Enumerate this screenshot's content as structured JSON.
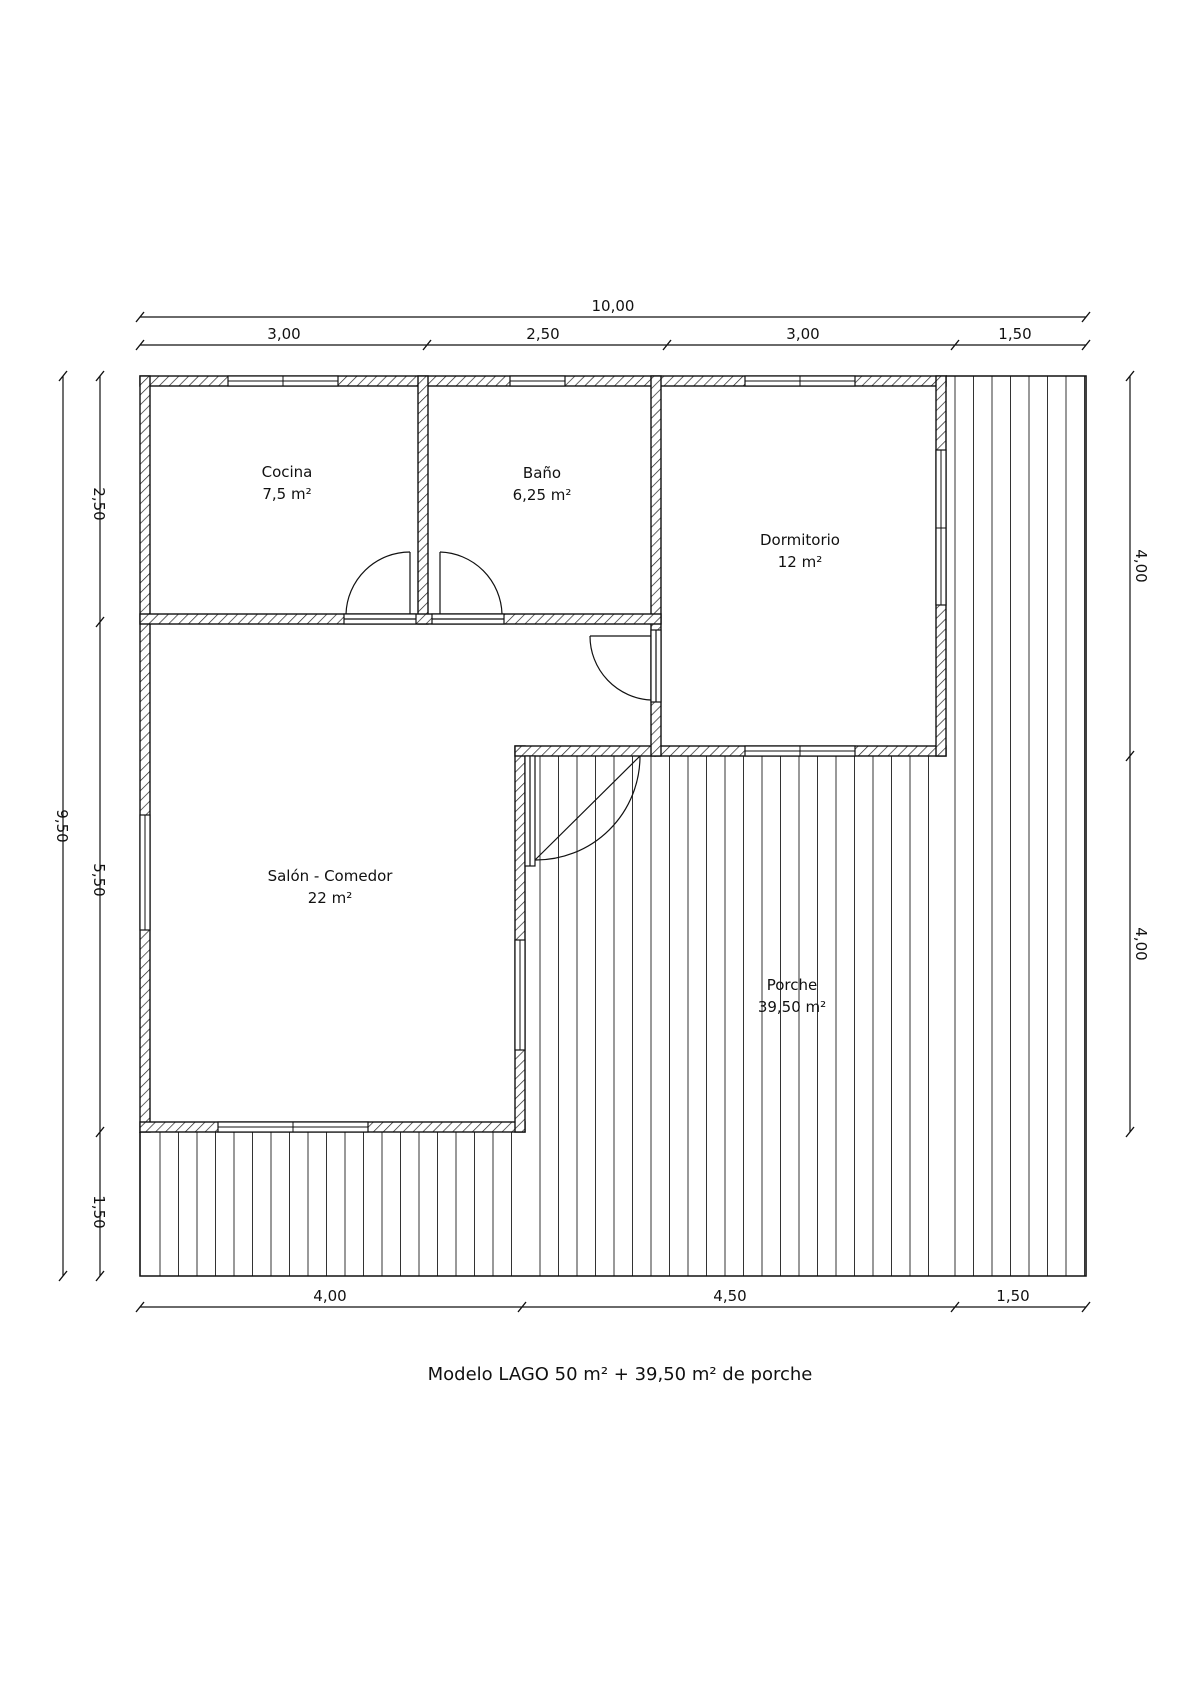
{
  "plan": {
    "caption": "Modelo LAGO 50 m² + 39,50 m² de porche",
    "rooms": {
      "cocina": {
        "name": "Cocina",
        "area": "7,5 m²"
      },
      "bano": {
        "name": "Baño",
        "area": "6,25 m²"
      },
      "dormitorio": {
        "name": "Dormitorio",
        "area": "12 m²"
      },
      "salon": {
        "name": "Salón - Comedor",
        "area": "22 m²"
      },
      "porche": {
        "name": "Porche",
        "area": "39,50 m²"
      }
    },
    "dimensions": {
      "top_total": "10,00",
      "top_1": "3,00",
      "top_2": "2,50",
      "top_3": "3,00",
      "top_4": "1,50",
      "bottom_1": "4,00",
      "bottom_2": "4,50",
      "bottom_3": "1,50",
      "left_total": "9,50",
      "left_1": "2,50",
      "left_2": "5,50",
      "left_3": "1,50",
      "right_1": "4,00",
      "right_2": "4,00"
    }
  }
}
